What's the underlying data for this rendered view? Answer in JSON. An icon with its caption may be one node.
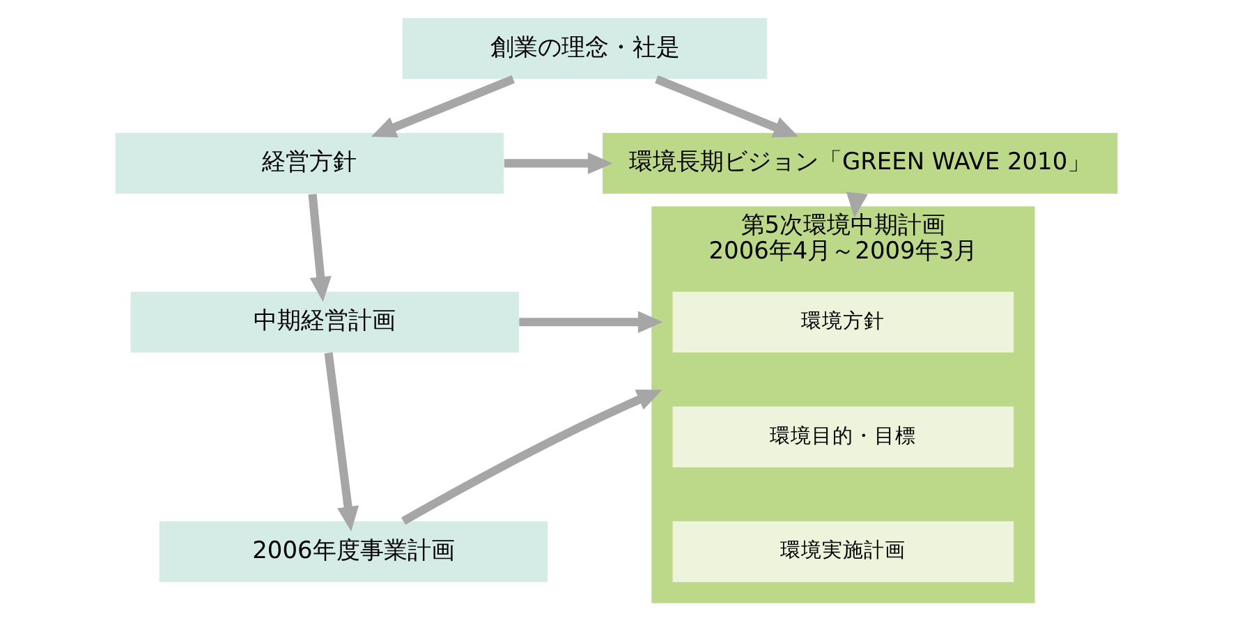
{
  "diagram": {
    "nodes": [
      {
        "text": [
          "創業の理念・社是"
        ]
      },
      {
        "text": [
          "経営方針"
        ]
      },
      {
        "text": [
          "環境長期ビジョン「GREEN WAVE 2010」"
        ]
      },
      {
        "text": [
          "中期経営計画"
        ]
      },
      {
        "text": [
          "第5次環境中期計画",
          "2006年4月～2009年3月"
        ]
      },
      {
        "text": [
          "環境方針"
        ],
        "in": 4
      },
      {
        "text": [
          "環境目的・目標"
        ],
        "in": 4
      },
      {
        "text": [
          "環境実施計画"
        ],
        "in": 4
      },
      {
        "text": [
          "2006年度事業計画"
        ]
      }
    ],
    "edges": [
      {
        "from": 0,
        "to": 1,
        "arrow": "to"
      },
      {
        "from": 0,
        "to": 2,
        "arrow": "to"
      },
      {
        "from": 1,
        "to": 2,
        "arrow": "to"
      },
      {
        "from": 1,
        "to": 3,
        "arrow": "to"
      },
      {
        "from": 2,
        "to": 4,
        "arrow": "to"
      },
      {
        "from": 3,
        "to": 4,
        "arrow": "to"
      },
      {
        "from": 3,
        "to": 8,
        "arrow": "to"
      },
      {
        "from": 8,
        "to": 4,
        "arrow": "to"
      }
    ]
  }
}
